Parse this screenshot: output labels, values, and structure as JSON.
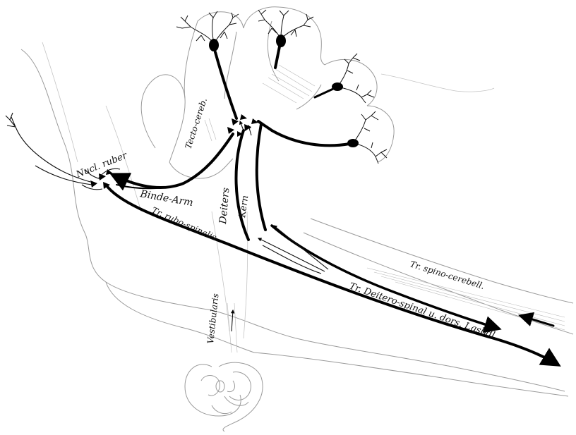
{
  "labels": {
    "nucl_ruber": "Nucl. ruber",
    "tecto_cereb": "Tecto-cereb.",
    "binde_arm": "Binde-Arm",
    "deiters": "Deiters",
    "kern": "Kern",
    "tr_rubo_spinalis": "Tr. rubo-spinalis",
    "tr_spino_cerebell": "Tr. spino-cerebell.",
    "tr_deitero_spinal": "Tr. Deitero-spinal u. dors. Lgsbdl.",
    "vestibularis": "Vestibularis"
  },
  "colors": {
    "ink": "#000000",
    "outline": "#9a9a9a",
    "background": "#ffffff"
  }
}
